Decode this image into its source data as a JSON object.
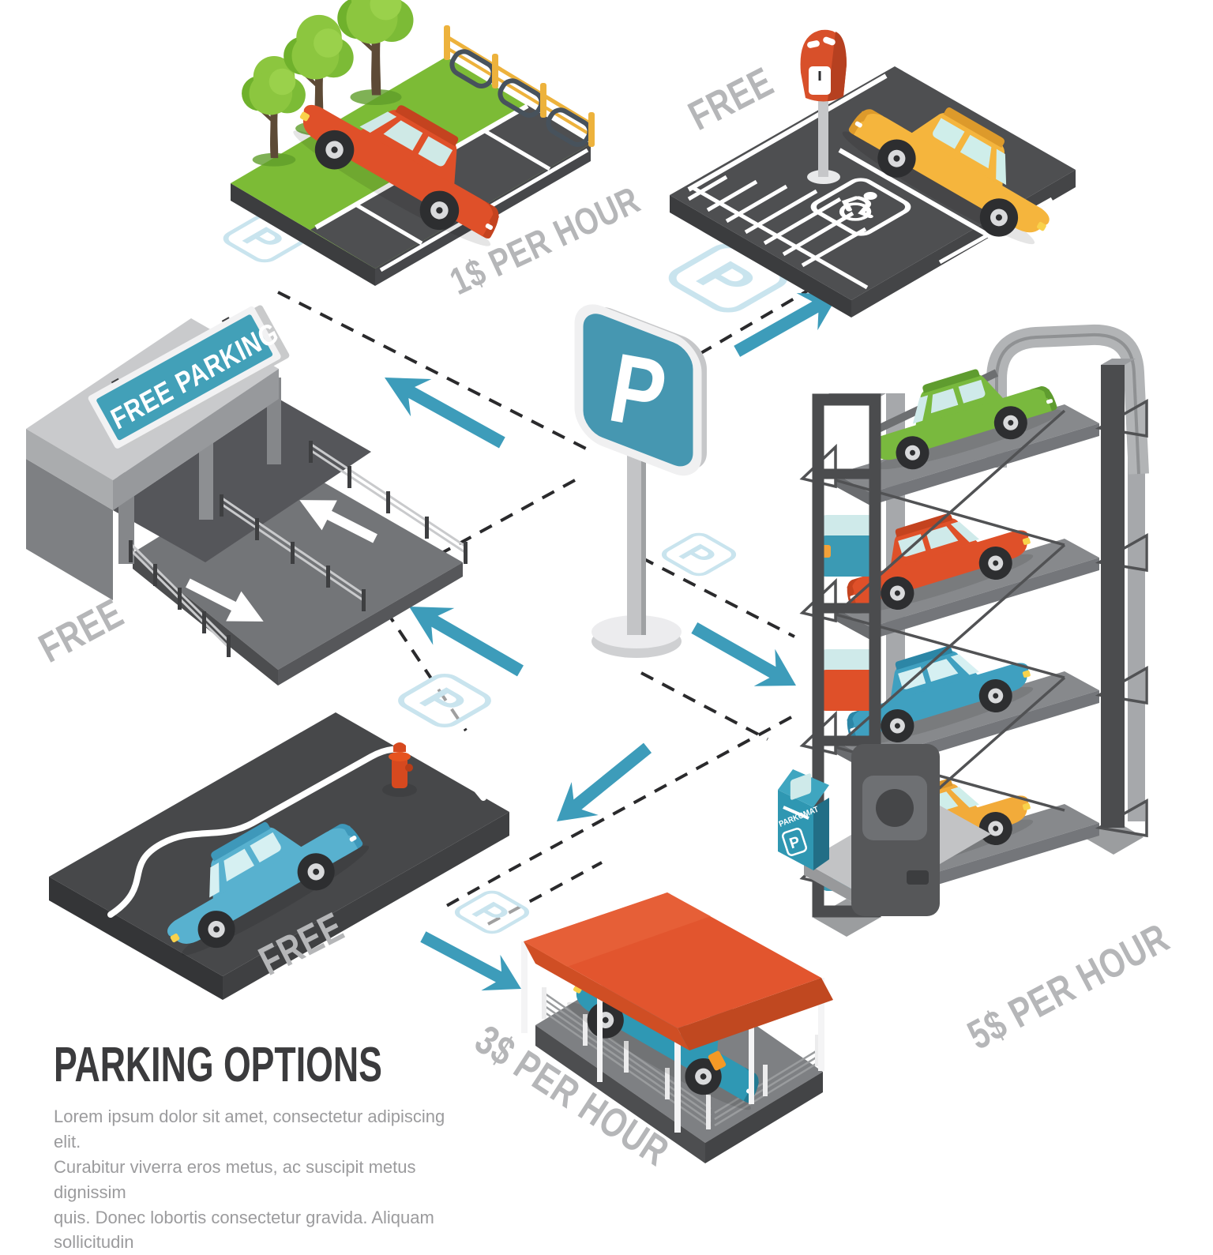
{
  "page": {
    "title": "PARKING OPTIONS",
    "description_lines": [
      "Lorem ipsum dolor sit amet, consectetur adipiscing elit.",
      "Curabitur viverra eros metus, ac suscipit metus dignissim",
      "quis. Donec lobortis consectetur gravida. Aliquam sollicitudin"
    ]
  },
  "center_sign": {
    "letter": "P"
  },
  "marker": {
    "letter": "P"
  },
  "scenes": {
    "street_parking": {
      "price_label": "1$ PER HOUR"
    },
    "disabled_lot": {
      "price_label": "FREE"
    },
    "free_garage": {
      "sign_text": "FREE PARKING",
      "price_label": "FREE"
    },
    "parking_tower": {
      "price_label": "5$ PER HOUR",
      "kiosk_label": "PARKOMAT",
      "kiosk_letter": "P"
    },
    "roadside": {
      "price_label": "FREE"
    },
    "carport": {
      "price_label": "3$ PER HOUR"
    }
  },
  "colors": {
    "teal": "#3E9AB5",
    "light_blue_marker": "#C9E4EE",
    "label_gray": "#B5B6B8",
    "asphalt": "#4E4F51",
    "grass": "#7CBB36",
    "roof_orange": "#E2552E",
    "title_dark": "#3B3B3D"
  }
}
